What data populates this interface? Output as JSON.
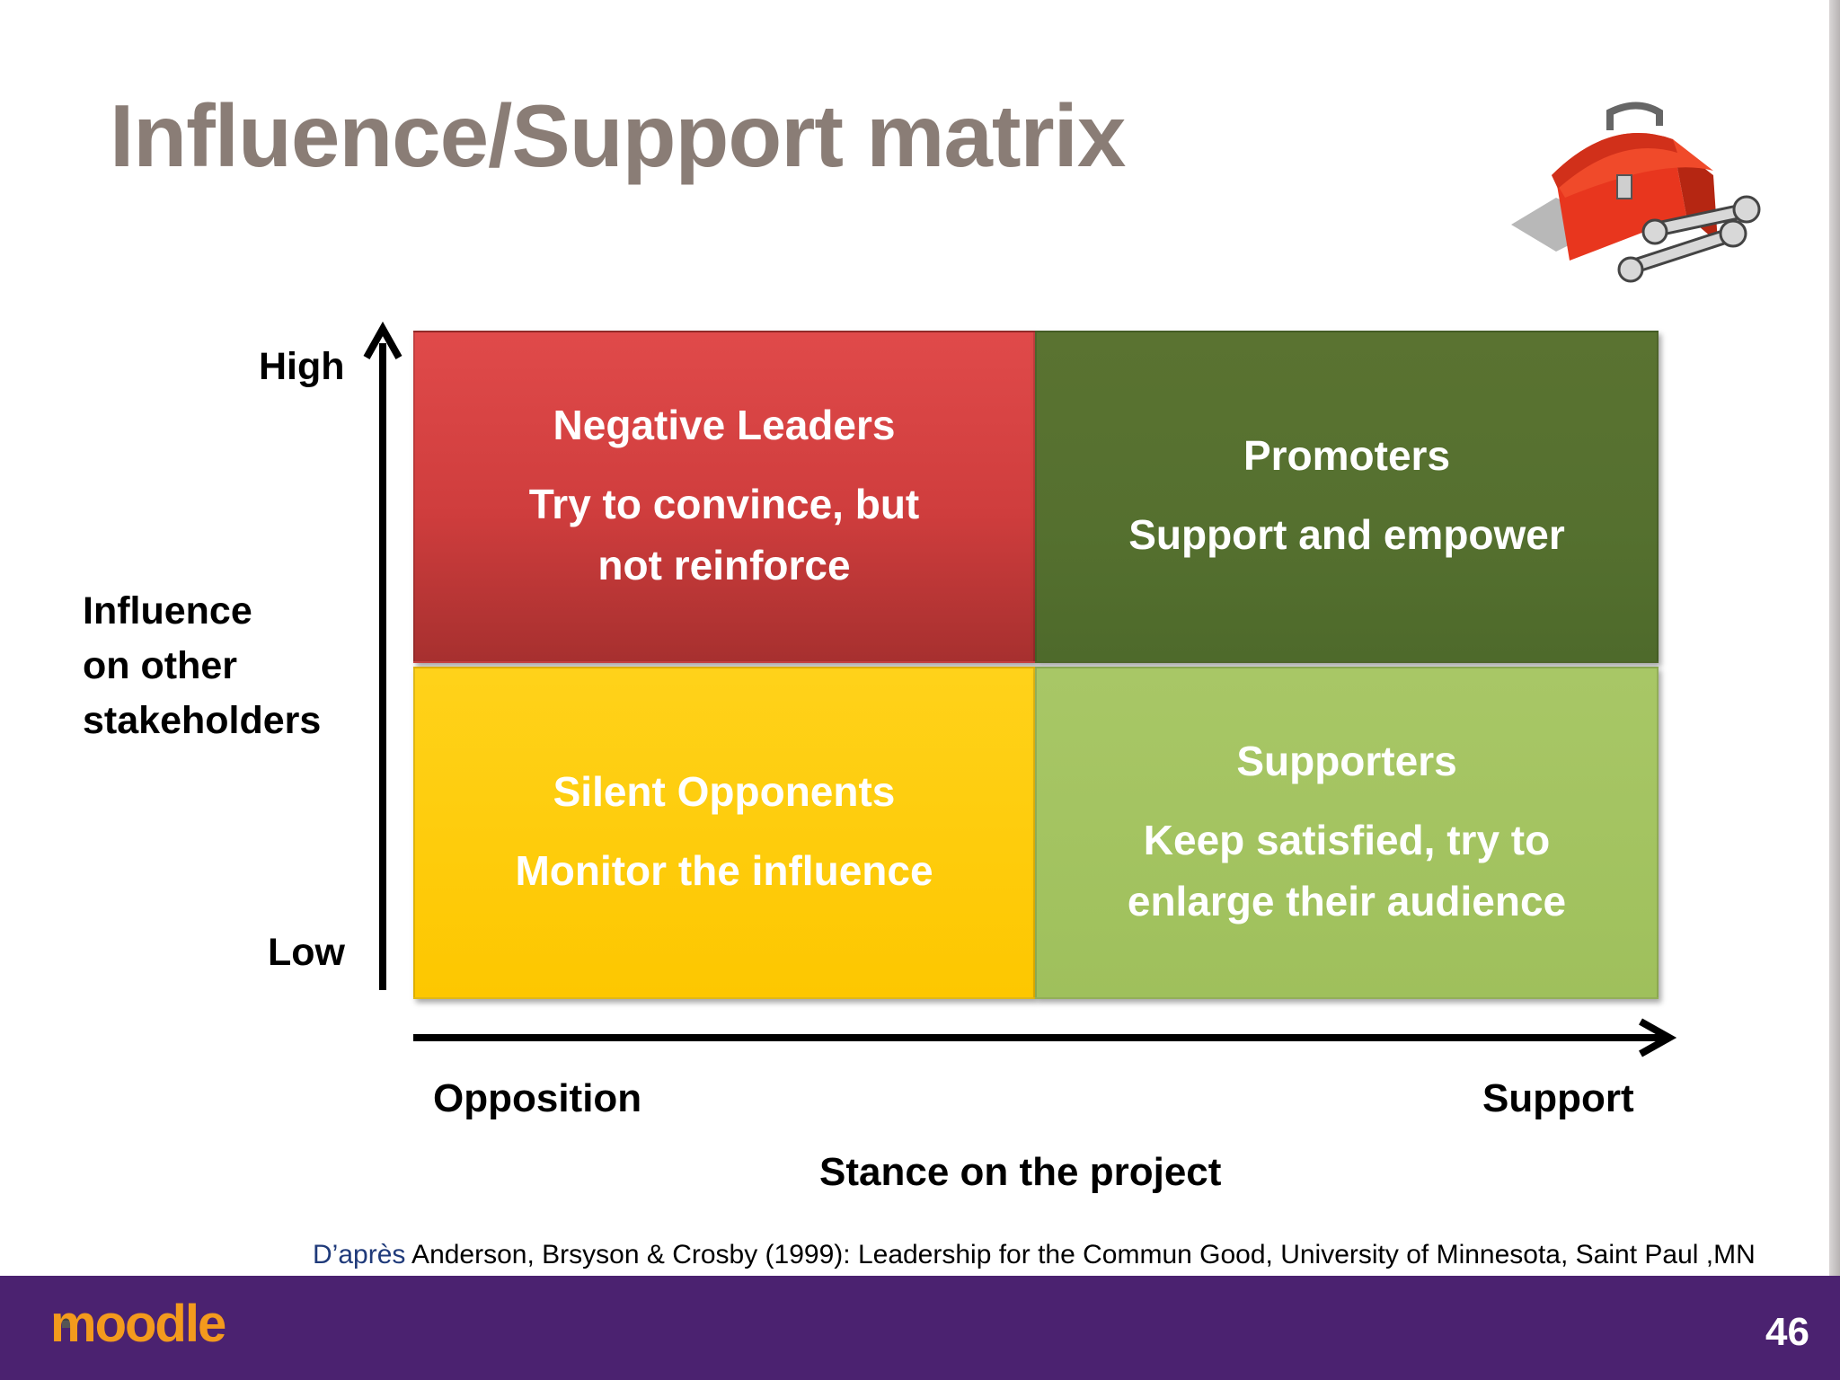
{
  "slide": {
    "title": "Influence/Support matrix",
    "page_number": "46",
    "logo_text": "moodle",
    "citation_prefix": "D’après",
    "citation_text": " Anderson, Brsyson & Crosby (1999): Leadership for the Commun Good, University of Minnesota, Saint Paul ,MN",
    "toolbox_icon": "toolbox-icon"
  },
  "axes": {
    "y_high": "High",
    "y_low": "Low",
    "y_title": [
      "Influence",
      "on other",
      "stakeholders"
    ],
    "x_left": "Opposition",
    "x_right": "Support",
    "x_title": "Stance on the project"
  },
  "quadrants": {
    "negative_leaders": {
      "title": "Negative Leaders",
      "text": [
        "Try to convince, but",
        "not reinforce"
      ],
      "color": "#d43f3f"
    },
    "promoters": {
      "title": "Promoters",
      "text": [
        "Support and empower"
      ],
      "color": "#55702f"
    },
    "silent_opponents": {
      "title": "Silent Opponents",
      "text": [
        "Monitor the influence"
      ],
      "color": "#fdc700"
    },
    "supporters": {
      "title": "Supporters",
      "text": [
        "Keep satisfied, try to",
        "enlarge their audience"
      ],
      "color": "#a3c35f"
    }
  },
  "colors": {
    "title": "#8a7d76",
    "footer": "#4b2270",
    "logo": "#f39a1d"
  }
}
